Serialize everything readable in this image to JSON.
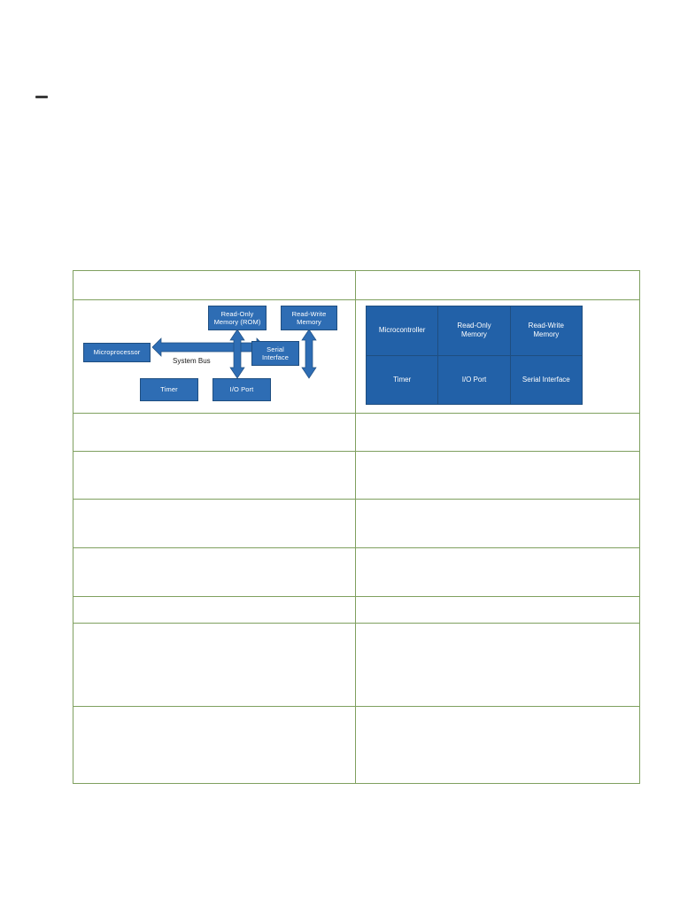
{
  "document": {
    "top_marker": "–",
    "background_color": "#ffffff",
    "table_border_color": "#7fa05f"
  },
  "table": {
    "columns": [
      "",
      ""
    ],
    "rows": [
      {
        "left": "",
        "right": "",
        "kind": "text"
      },
      {
        "left": "",
        "right": "",
        "kind": "diagram"
      },
      {
        "left": "",
        "right": "",
        "kind": "text"
      },
      {
        "left": "",
        "right": "",
        "kind": "text"
      },
      {
        "left": "",
        "right": "",
        "kind": "text"
      },
      {
        "left": "",
        "right": "",
        "kind": "text"
      },
      {
        "left": "",
        "right": "",
        "kind": "text"
      },
      {
        "left": "",
        "right": "",
        "kind": "text"
      },
      {
        "left": "",
        "right": "",
        "kind": "text"
      }
    ]
  },
  "diagram_left": {
    "title": "Microprocessor system block diagram",
    "bus_label": "System Bus",
    "box_fill": "#2e6db4",
    "box_border": "#1f4e80",
    "arrow_fill": "#2e6db4",
    "blocks": [
      {
        "id": "rom",
        "label": "Read-Only\nMemory (ROM)"
      },
      {
        "id": "rwm",
        "label": "Read-Write\nMemory"
      },
      {
        "id": "mpu",
        "label": "Microprocessor"
      },
      {
        "id": "serial",
        "label": "Serial\nInterface"
      },
      {
        "id": "timer",
        "label": "Timer"
      },
      {
        "id": "ioport",
        "label": "I/O Port"
      }
    ],
    "block_labels": {
      "rom_line1": "Read-Only",
      "rom_line2": "Memory (ROM)",
      "rwm_line1": "Read-Write",
      "rwm_line2": "Memory",
      "mpu": "Microprocessor",
      "serial_line1": "Serial",
      "serial_line2": "Interface",
      "timer": "Timer",
      "ioport": "I/O Port"
    }
  },
  "diagram_right": {
    "title": "Microcontroller integrated grid",
    "cell_fill": "#2261a8",
    "cell_border": "#1f4e80",
    "grid": {
      "rows": 2,
      "cols": 3,
      "cells": [
        "Microcontroller",
        "Read-Only\nMemory",
        "Read-Write\nMemory",
        "Timer",
        "I/O Port",
        "Serial Interface"
      ]
    },
    "cell_labels": {
      "microcontroller": "Microcontroller",
      "rom_line1": "Read-Only",
      "rom_line2": "Memory",
      "rwm_line1": "Read-Write",
      "rwm_line2": "Memory",
      "timer": "Timer",
      "ioport": "I/O Port",
      "serial": "Serial Interface"
    }
  }
}
